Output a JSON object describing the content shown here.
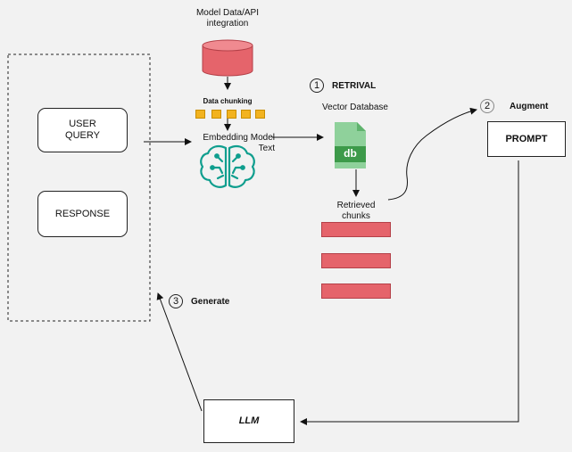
{
  "client": {
    "user_query": "USER\nQUERY",
    "response": "RESPONSE"
  },
  "source": {
    "title_line1": "Model Data/API",
    "title_line2": "integration",
    "chunking_label": "Data chunking"
  },
  "embedding": {
    "label_line1": "Embedding Model",
    "label_line2": "Text"
  },
  "steps": {
    "retrival": {
      "number": "1",
      "label": "RETRIVAL"
    },
    "augment": {
      "number": "2",
      "label": "Augment"
    },
    "generate": {
      "number": "3",
      "label": "Generate"
    }
  },
  "vector_db": {
    "label": "Vector Database",
    "icon_text": "db"
  },
  "retrieved": {
    "label_line1": "Retrieved",
    "label_line2": "chunks"
  },
  "prompt": {
    "label": "PROMPT"
  },
  "llm": {
    "label": "LLM"
  },
  "colors": {
    "db_red": "#e5646b",
    "chunk_yellow": "#f2b320",
    "brain_teal": "#0f9e8e",
    "file_green": "#3d9a4a"
  }
}
